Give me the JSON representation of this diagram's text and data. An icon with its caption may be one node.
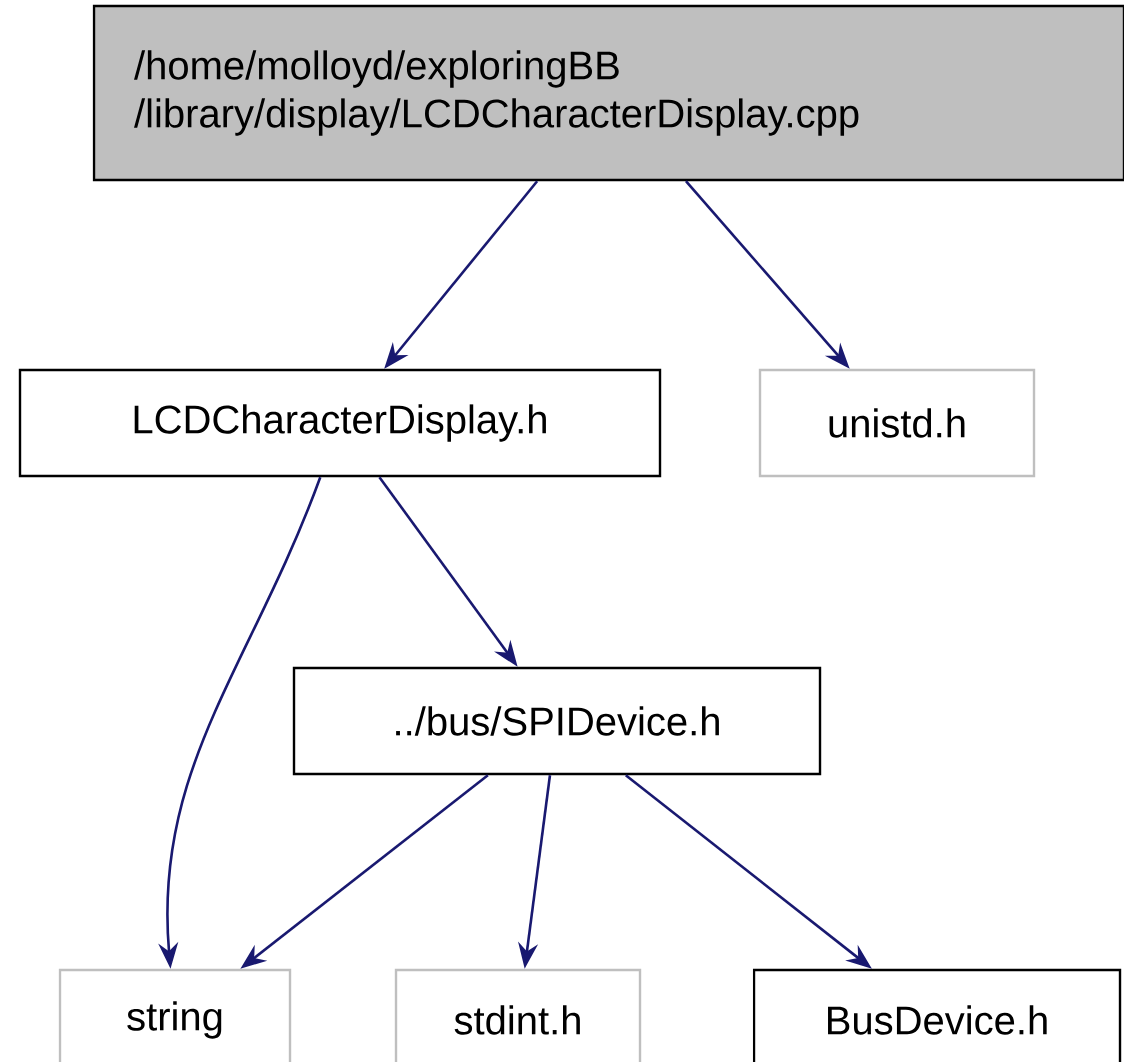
{
  "diagram": {
    "nodes": [
      {
        "text": [
          "/home/molloyd/exploringBB /library/display/LCDCharacterDisplay.cpp"
        ]
      },
      {
        "text": [
          "LCDCharacterDisplay.h"
        ]
      },
      {
        "text": [
          "unistd.h"
        ]
      },
      {
        "text": [
          "../bus/SPIDevice.h"
        ]
      },
      {
        "text": [
          "string"
        ]
      },
      {
        "text": [
          "stdint.h"
        ]
      },
      {
        "text": [
          "BusDevice.h"
        ]
      }
    ],
    "edges": [
      {
        "from": 0,
        "to": 1,
        "arrow": "to"
      },
      {
        "from": 0,
        "to": 2,
        "arrow": "to"
      },
      {
        "from": 1,
        "to": 4,
        "arrow": "to"
      },
      {
        "from": 1,
        "to": 3,
        "arrow": "to"
      },
      {
        "from": 3,
        "to": 4,
        "arrow": "to"
      },
      {
        "from": 3,
        "to": 5,
        "arrow": "to"
      },
      {
        "from": 3,
        "to": 6,
        "arrow": "to"
      }
    ]
  }
}
